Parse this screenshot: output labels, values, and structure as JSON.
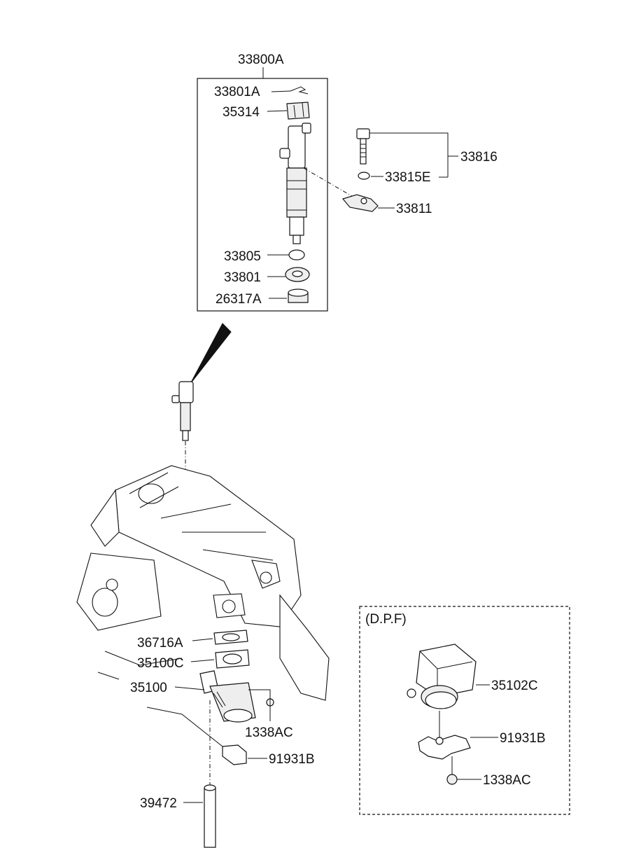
{
  "diagram": {
    "injector_assembly_label": "33800A",
    "dpf_label": "(D.P.F)",
    "parts": {
      "p33801A": "33801A",
      "p35314": "35314",
      "p33805": "33805",
      "p33801": "33801",
      "p26317A": "26317A",
      "p33816": "33816",
      "p33815E": "33815E",
      "p33811": "33811",
      "p36716A": "36716A",
      "p35100C": "35100C",
      "p35100": "35100",
      "p1338AC_main": "1338AC",
      "p91931B_main": "91931B",
      "p39472": "39472",
      "p35102C": "35102C",
      "p91931B_dpf": "91931B",
      "p1338AC_dpf": "1338AC"
    }
  }
}
